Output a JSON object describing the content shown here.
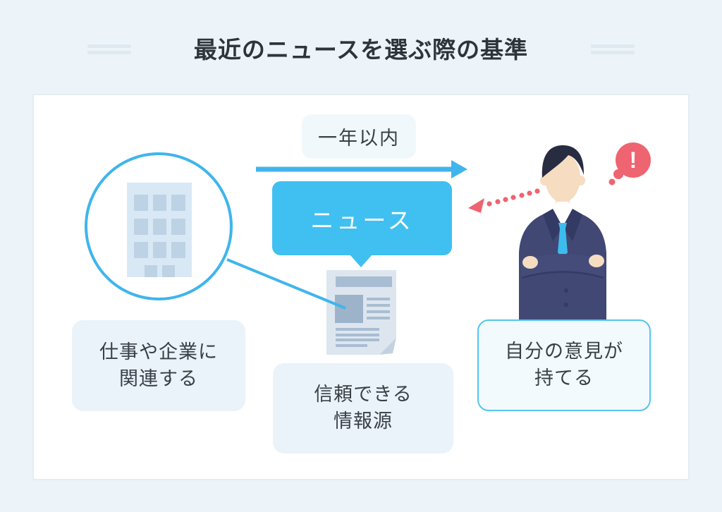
{
  "title": "最近のニュースを選ぶ際の基準",
  "diagram": {
    "period_label": "一年以内",
    "news_label": "ニュース",
    "reason_work": {
      "line1": "仕事や企業に",
      "line2": "関連する"
    },
    "reason_source": {
      "line1": "信頼できる",
      "line2": "情報源"
    },
    "reason_opinion": {
      "line1": "自分の意見が",
      "line2": "持てる"
    },
    "exclamation": "!"
  },
  "icons": {
    "building": "building-icon",
    "newspaper": "newspaper-icon",
    "person": "businessman-icon",
    "exclamation_bubble": "exclamation-bubble-icon",
    "timeline_arrow": "right-arrow-icon",
    "feedback_arrow": "dotted-left-arrow-icon",
    "magnifier": "magnifier-circle-icon"
  },
  "colors": {
    "page_bg": "#ecf4f9",
    "card_bg": "#ffffff",
    "card_border": "#e4edf3",
    "accent_blue": "#3fb5ec",
    "news_box_bg": "#40c0f1",
    "light_box_bg": "#e9f3f9",
    "period_box_bg": "#f1f8fc",
    "opinion_box_bg": "#f2fafd",
    "opinion_box_border": "#54c5ea",
    "title_text": "#2f343c",
    "body_text": "#3a3f47",
    "red_accent": "#ee6470",
    "newspaper_page": "#dde6ef",
    "newspaper_ink": "#a9bdd2",
    "newspaper_image": "#9cb3ca",
    "building_body": "#d9e8f5",
    "building_window": "#bdd2e4",
    "suit": "#414874",
    "tie": "#3cbcee",
    "skin": "#f6dcc1",
    "hair": "#272c41"
  }
}
